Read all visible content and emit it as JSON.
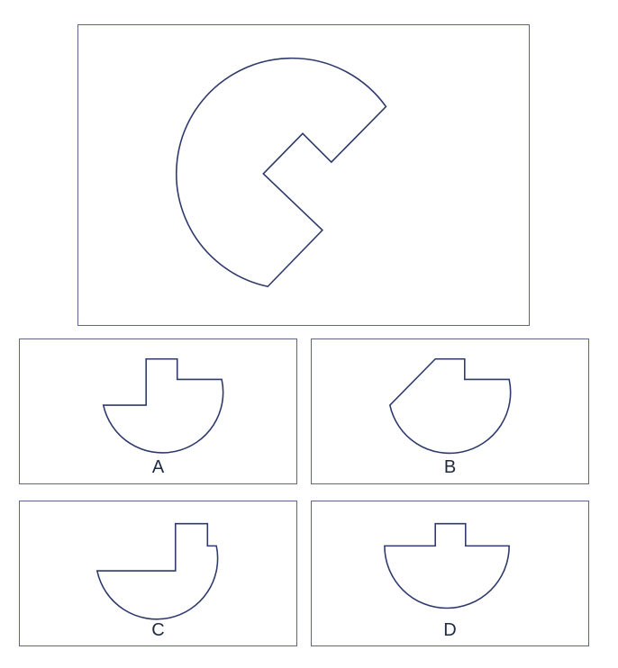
{
  "options": [
    {
      "key": "A",
      "label": "A"
    },
    {
      "key": "B",
      "label": "B"
    },
    {
      "key": "C",
      "label": "C"
    },
    {
      "key": "D",
      "label": "D"
    }
  ],
  "colors": {
    "border": "#5d6687",
    "stroke": "#2f3a6c",
    "text": "#1f2940",
    "background": "#ffffff"
  }
}
